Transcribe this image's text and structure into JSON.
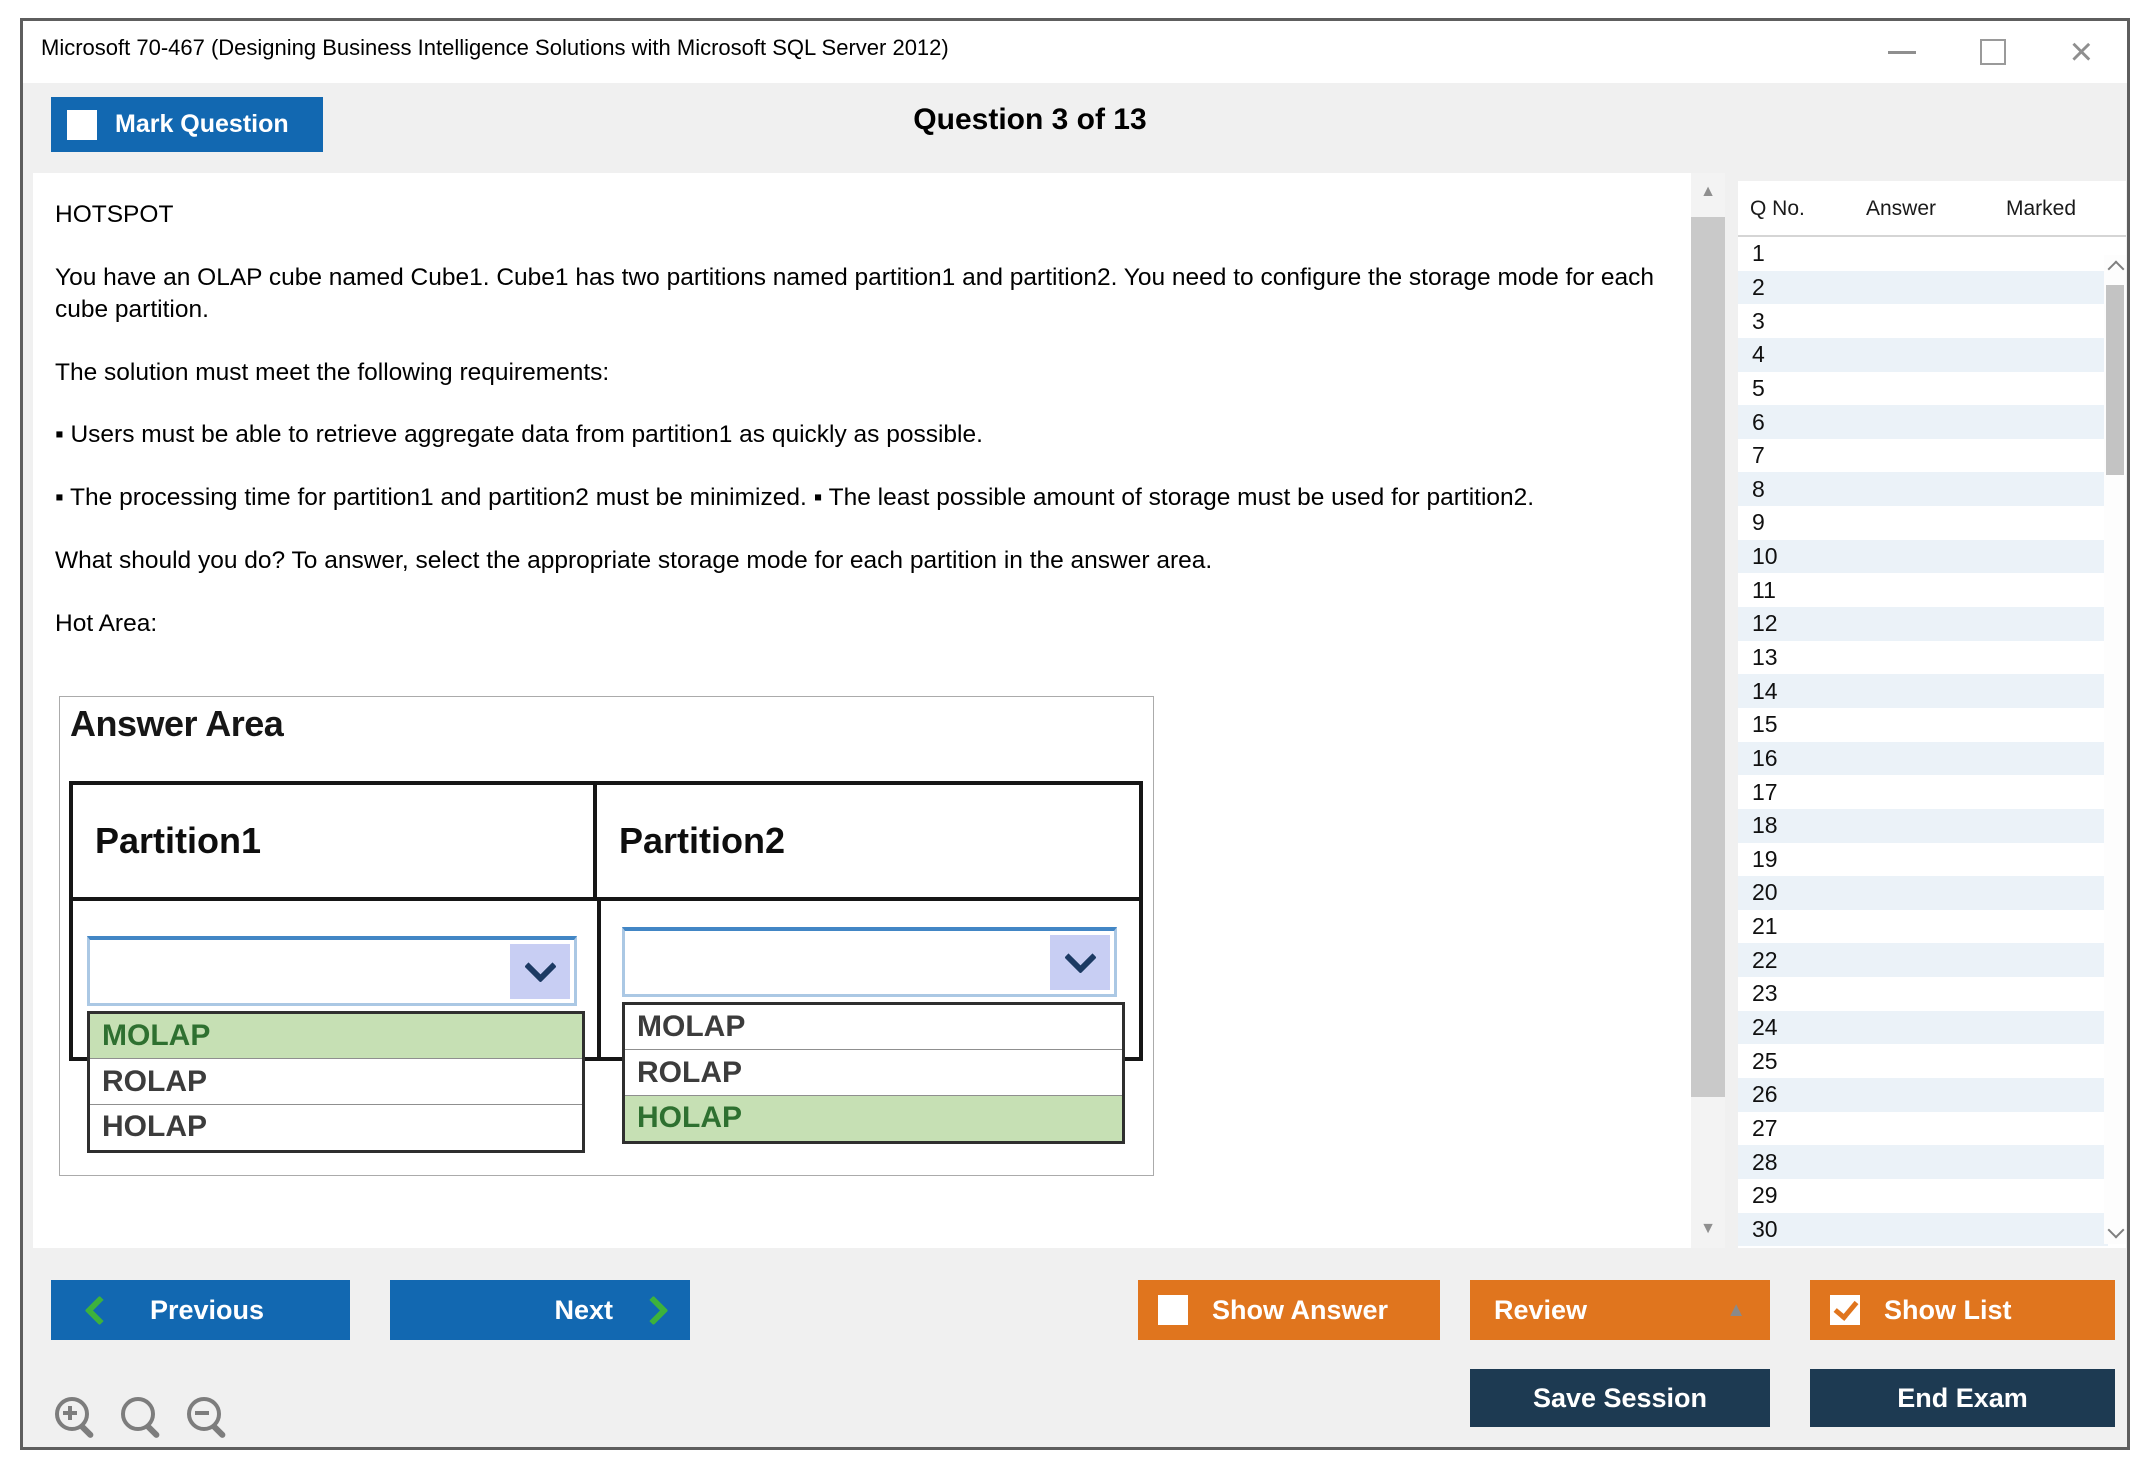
{
  "window": {
    "title": "Microsoft 70-467 (Designing Business Intelligence Solutions with Microsoft SQL Server 2012)"
  },
  "toolbar": {
    "mark_question_label": "Mark Question",
    "question_counter": "Question 3 of 13"
  },
  "question": {
    "paragraphs": [
      "HOTSPOT",
      "You have an OLAP cube named Cube1. Cube1 has two partitions named partition1 and partition2. You need to configure the storage mode for each cube partition.",
      "The solution must meet the following requirements:",
      "▪ Users must be able to retrieve aggregate data from partition1 as quickly as possible.",
      "▪ The processing time for partition1 and partition2 must be minimized. ▪ The least possible amount of storage must be used for partition2.",
      "What should you do? To answer, select the appropriate storage mode for each partition in the answer area.",
      "Hot Area:"
    ]
  },
  "answer_area": {
    "title": "Answer Area",
    "columns": [
      {
        "header": "Partition1",
        "options": [
          "MOLAP",
          "ROLAP",
          "HOLAP"
        ],
        "highlighted": "MOLAP",
        "selected_value": ""
      },
      {
        "header": "Partition2",
        "options": [
          "MOLAP",
          "ROLAP",
          "HOLAP"
        ],
        "highlighted": "HOLAP",
        "selected_value": ""
      }
    ]
  },
  "question_list": {
    "headers": [
      "Q No.",
      "Answer",
      "Marked"
    ],
    "row_numbers": [
      "1",
      "2",
      "3",
      "4",
      "5",
      "6",
      "7",
      "8",
      "9",
      "10",
      "11",
      "12",
      "13",
      "14",
      "15",
      "16",
      "17",
      "18",
      "19",
      "20",
      "21",
      "22",
      "23",
      "24",
      "25",
      "26",
      "27",
      "28",
      "29",
      "30"
    ]
  },
  "footer": {
    "previous_label": "Previous",
    "next_label": "Next",
    "show_answer_label": "Show Answer",
    "review_label": "Review",
    "show_list_label": "Show List",
    "save_session_label": "Save Session",
    "end_exam_label": "End Exam"
  },
  "colors": {
    "accent_blue": "#1268b1",
    "accent_orange": "#e0751e",
    "accent_navy": "#1d3a52",
    "chevron_green": "#3db23c",
    "highlight_green_bg": "#c6e0b4",
    "highlight_green_text": "#2e7030",
    "row_alt_blue": "#ebf2f8"
  }
}
